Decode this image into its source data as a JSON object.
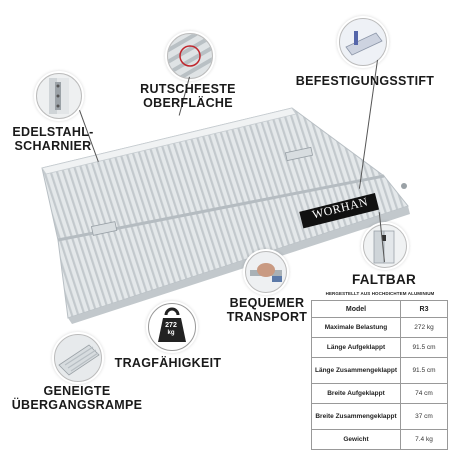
{
  "brand": "WORHAN",
  "labels": {
    "hinge": [
      "EDELSTAHL-",
      "SCHARNIER"
    ],
    "surface": [
      "RUTSCHFESTE",
      "OBERFLÄCHE"
    ],
    "pin": "BEFESTIGUNGSSTIFT",
    "foldable": "FALTBAR",
    "transport": [
      "BEQUEMER",
      "TRANSPORT"
    ],
    "capacity": "TRAGFÄHIGKEIT",
    "ramp": [
      "GENEIGTE",
      "ÜBERGANGSRAMPE"
    ]
  },
  "weight_badge": {
    "value": "272",
    "unit": "kg"
  },
  "spec_subtitle": "HERGESTELLT AUS HOCHDICHTEM ALUMINIUM",
  "spec_table": {
    "header": [
      "Model",
      "R3"
    ],
    "rows": [
      [
        "Maximale Belastung",
        "272 kg"
      ],
      [
        "Länge Aufgeklappt",
        "91.5 cm"
      ],
      [
        "Länge Zusammengeklappt",
        "91.5 cm"
      ],
      [
        "Breite Aufgeklappt",
        "74 cm"
      ],
      [
        "Breite Zusammengeklappt",
        "37 cm"
      ],
      [
        "Gewicht",
        "7.4 kg"
      ]
    ]
  },
  "colors": {
    "aluminium": "#dfe3e6",
    "text": "#1a1a1a",
    "brand_bg": "#111111"
  },
  "icons": [
    "hinge-icon",
    "surface-icon",
    "pin-icon",
    "fold-icon",
    "hand-icon",
    "weight-icon",
    "ramp-edge-icon"
  ]
}
